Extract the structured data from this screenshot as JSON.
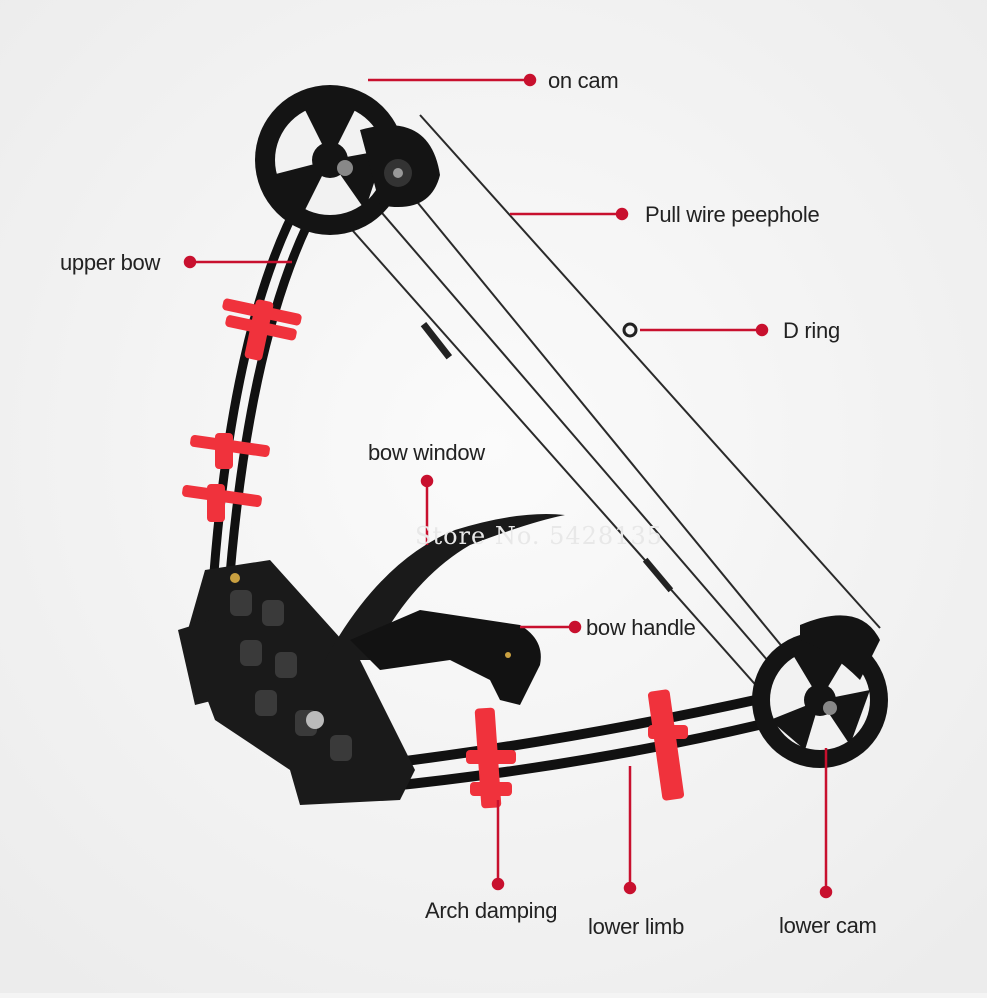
{
  "accent_color": "#c8102e",
  "labels": {
    "on_cam": "on cam",
    "pull_wire_peephole": "Pull wire peephole",
    "upper_bow": "upper bow",
    "d_ring": "D ring",
    "bow_window": "bow window",
    "bow_handle": "bow handle",
    "arch_damping": "Arch damping",
    "lower_limb": "lower limb",
    "lower_cam": "lower cam"
  },
  "watermark": "Store No. 5428135"
}
